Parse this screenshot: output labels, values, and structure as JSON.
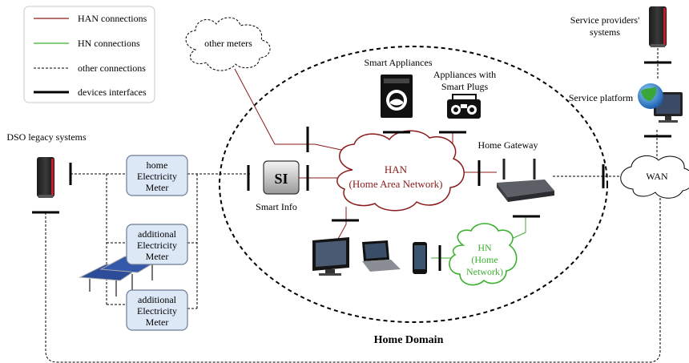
{
  "legend": {
    "items": [
      {
        "label": "HAN connections",
        "style": "han",
        "color": "#8b1a1a"
      },
      {
        "label": "HN connections",
        "style": "hn",
        "color": "#3cb030"
      },
      {
        "label": "other connections",
        "style": "other",
        "color": "#000000"
      },
      {
        "label": "devices interfaces",
        "style": "iface",
        "color": "#000000"
      }
    ]
  },
  "labels": {
    "other_meters": "other meters",
    "smart_appliances": "Smart Appliances",
    "appliances_plugs_1": "Appliances with",
    "appliances_plugs_2": "Smart Plugs",
    "service_providers_1": "Service providers'",
    "service_providers_2": "systems",
    "service_platform": "Service platform",
    "dso_legacy": "DSO legacy systems",
    "home_gateway": "Home Gateway",
    "smart_info": "Smart Info",
    "si": "SI",
    "han_1": "HAN",
    "han_2": "(Home Area Network)",
    "hn_1": "HN",
    "hn_2": "(Home",
    "hn_3": "Network)",
    "wan": "WAN",
    "home_domain": "Home Domain"
  },
  "meters": [
    {
      "lines": [
        "home",
        "Electricity",
        "Meter"
      ]
    },
    {
      "lines": [
        "additional",
        "Electricity",
        "Meter"
      ]
    },
    {
      "lines": [
        "additional",
        "Electricity",
        "Meter"
      ]
    }
  ],
  "colors": {
    "han": "#8b1a1a",
    "hn": "#3cb030",
    "meter_fill": "#dde8f7",
    "meter_stroke": "#6a7d96"
  }
}
